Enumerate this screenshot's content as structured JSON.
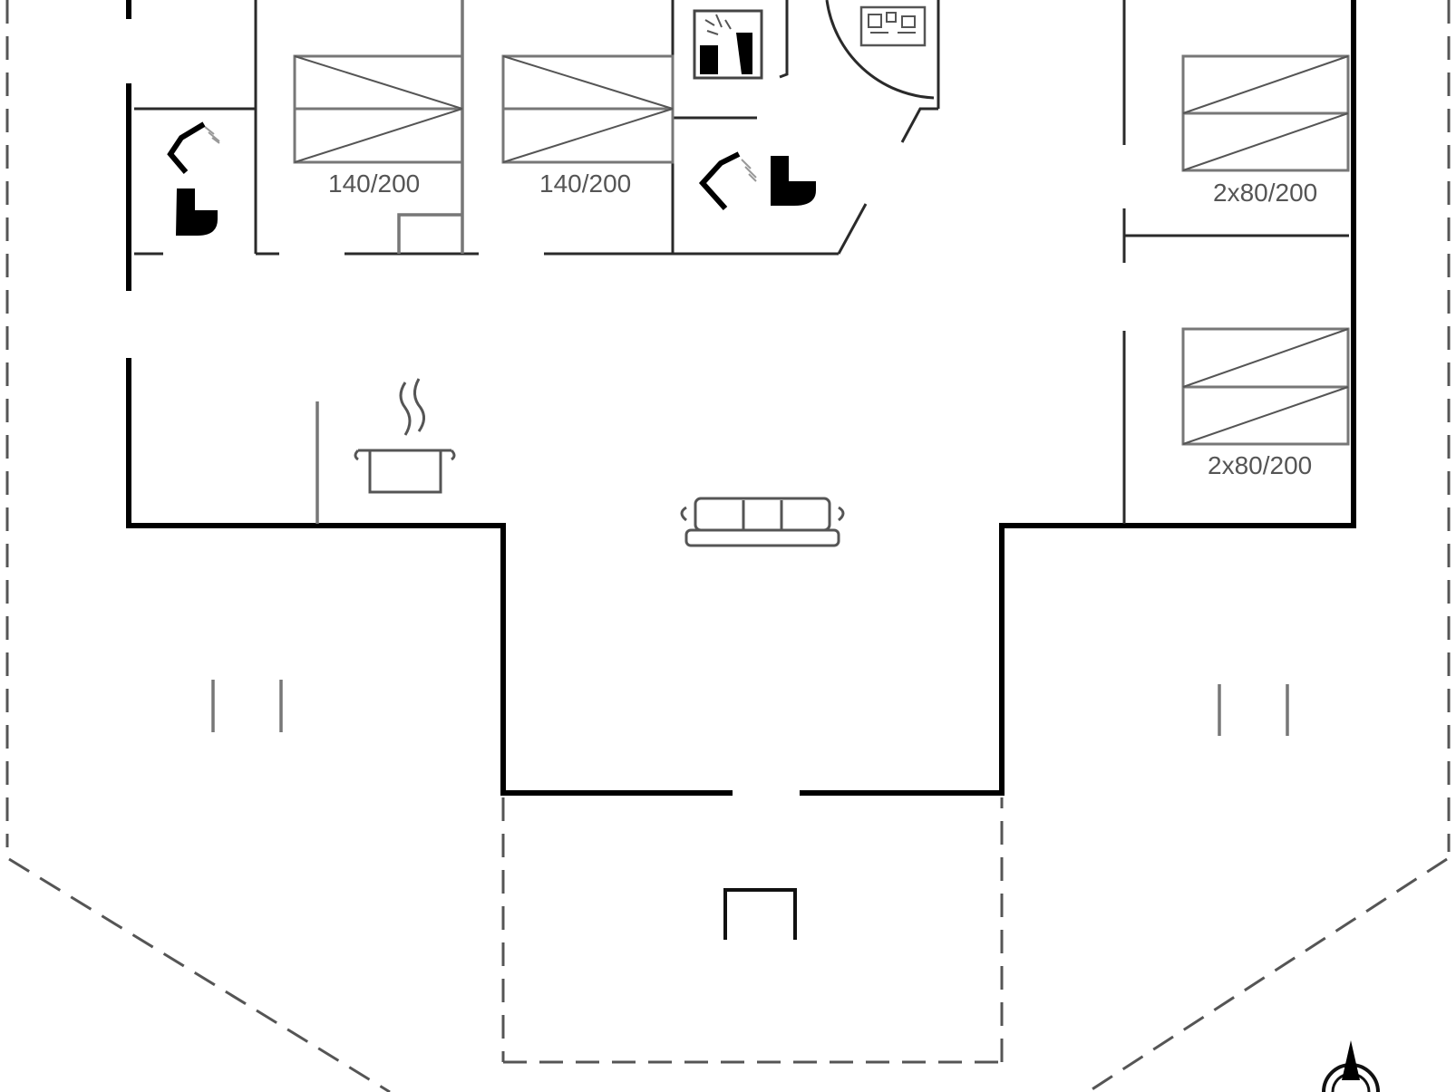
{
  "floorplan": {
    "bed_labels": [
      "140/200",
      "140/200",
      "2x80/200",
      "2x80/200"
    ],
    "colors": {
      "wall": "#000000",
      "interior_wall": "#2a2a2a",
      "furniture": "#777777",
      "background": "#ffffff"
    },
    "icons": [
      "toilet-icon",
      "shower-icon",
      "washing-machine-icon",
      "cooking-pot-icon",
      "sofa-icon",
      "stove-icon",
      "compass-icon"
    ]
  }
}
